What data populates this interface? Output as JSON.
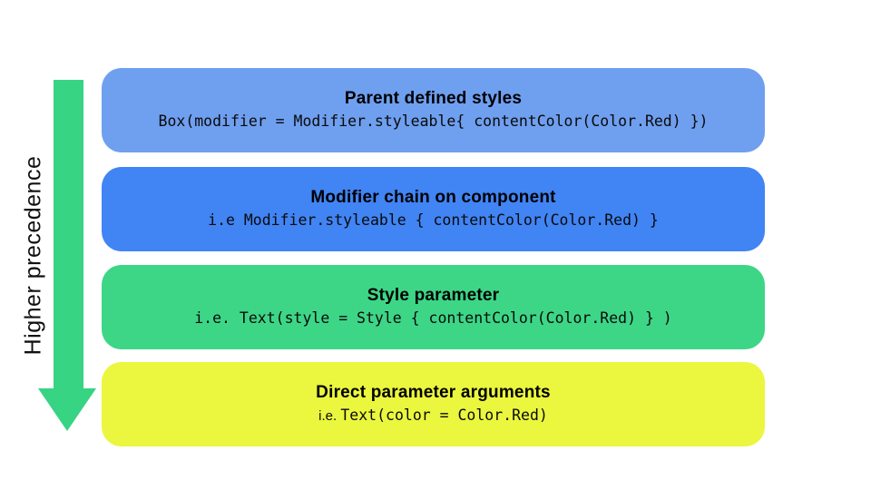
{
  "page": {
    "background": "#ffffff"
  },
  "arrow": {
    "label": "Higher precedence",
    "color": "#36D483",
    "direction": "down"
  },
  "boxes": [
    {
      "title": "Parent defined styles",
      "code_prefix": "",
      "code": "Box(modifier = Modifier.styleable{ contentColor(Color.Red) })",
      "color": "#6F9FEF"
    },
    {
      "title": "Modifier chain on component",
      "code_prefix": "",
      "code": "i.e Modifier.styleable { contentColor(Color.Red) }",
      "color": "#4184F4"
    },
    {
      "title": "Style parameter",
      "code_prefix": "",
      "code": "i.e. Text(style = Style { contentColor(Color.Red) } )",
      "color": "#3DD687"
    },
    {
      "title": "Direct parameter arguments",
      "code_prefix": "i.e. ",
      "code": "Text(color = Color.Red)",
      "color": "#EBF63E"
    }
  ]
}
